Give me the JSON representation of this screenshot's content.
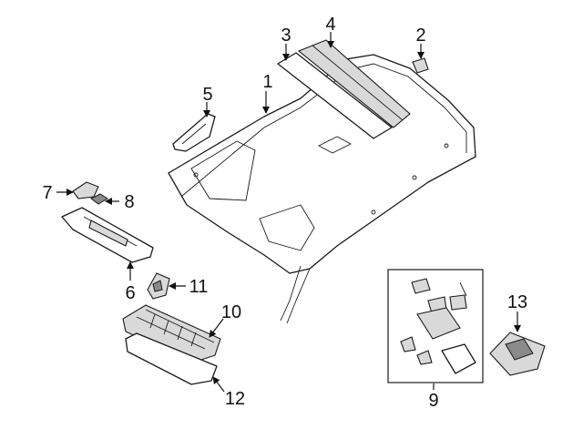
{
  "diagram": {
    "callouts": [
      {
        "id": "1",
        "text": "1"
      },
      {
        "id": "2",
        "text": "2"
      },
      {
        "id": "3",
        "text": "3"
      },
      {
        "id": "4",
        "text": "4"
      },
      {
        "id": "5",
        "text": "5"
      },
      {
        "id": "6",
        "text": "6"
      },
      {
        "id": "7",
        "text": "7"
      },
      {
        "id": "8",
        "text": "8"
      },
      {
        "id": "9",
        "text": "9"
      },
      {
        "id": "10",
        "text": "10"
      },
      {
        "id": "11",
        "text": "11"
      },
      {
        "id": "12",
        "text": "12"
      },
      {
        "id": "13",
        "text": "13"
      }
    ],
    "colors": {
      "line": "#1a1a1a",
      "fill": "#ffffff",
      "shade": "#d9d9d9"
    }
  }
}
